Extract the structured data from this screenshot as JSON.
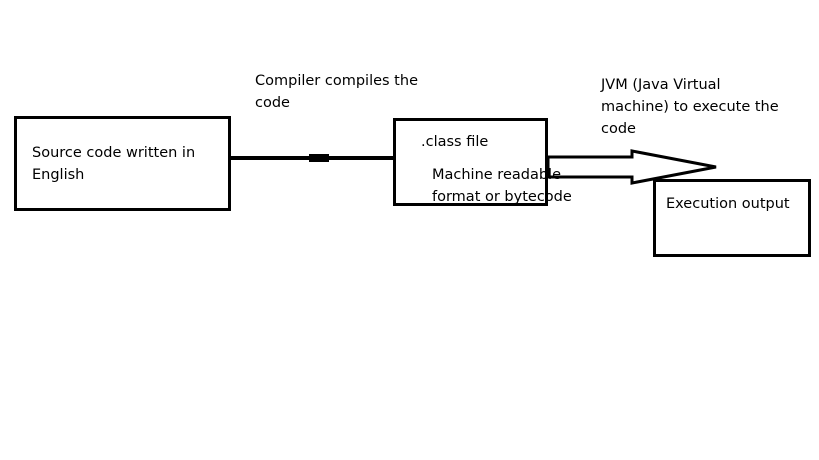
{
  "nodes": {
    "source": "Source code written in\nEnglish",
    "class_file": ".class file",
    "class_file_desc": "Machine readable\nformat or bytecode",
    "output": "Execution output"
  },
  "edges": {
    "compile": "Compiler compiles the\ncode",
    "execute": "JVM (Java Virtual\nmachine) to execute the\ncode"
  }
}
